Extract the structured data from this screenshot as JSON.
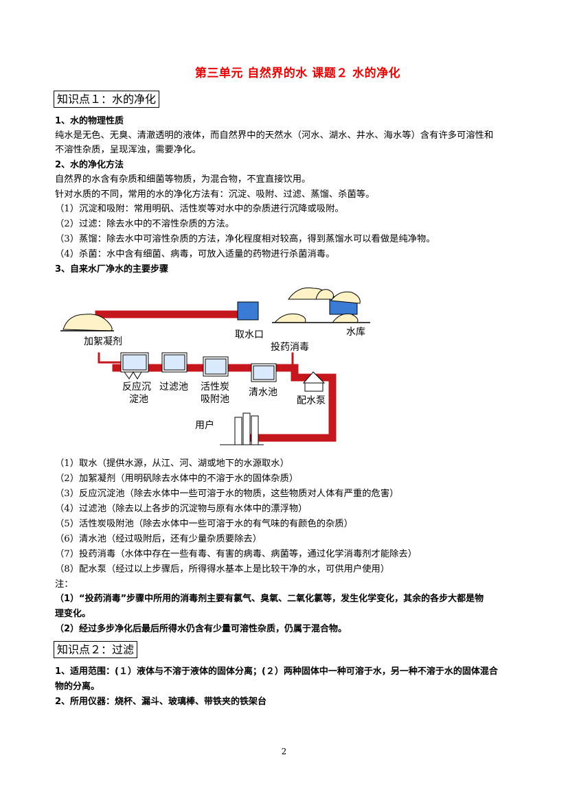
{
  "title": "第三单元 自然界的水 课题２ 水的净化",
  "section1": {
    "heading": "知识点１：水的净化",
    "lines": [
      "1、水的物理性质",
      "纯水是无色、无臭、清澈透明的液体，而自然界中的天然水（河水、湖水、井水、海水等）含有许多可溶性和",
      "不溶性杂质，呈现浑浊，需要净化。",
      "2、水的净化方法",
      "自然界的水含有杂质和细菌等物质，为混合物，不宜直接饮用。",
      "针对水质的不同，常用的水的净化方法有：沉淀、吸附、过滤、蒸馏、杀菌等。",
      "（1）沉淀和吸附：常用明矾、活性炭等对水中的杂质进行沉降或吸附。",
      "（2）过滤：除去水中的不溶性杂质的方法。",
      "（3）蒸馏：除去水中可溶性杂质的方法，净化程度相对较高，得到蒸馏水可以看做是纯净物。",
      "（4）杀菌：水中含有细菌、病毒，可放入适量的药物进行杀菌消毒。",
      "3、自来水厂净水的主要步骤"
    ]
  },
  "diagram": {
    "labels": {
      "intake": "取水口",
      "reservoir": "水库",
      "coagulant": "加絮凝剂",
      "disinfect": "投药消毒",
      "sed1": "反应沉",
      "sed2": "淀池",
      "filter": "过滤池",
      "carbon1": "活性炭",
      "carbon2": "吸附池",
      "clear": "清水池",
      "pump": "配水泵",
      "user": "用户"
    },
    "colors": {
      "pipe": "#c4161c"
    }
  },
  "steps": [
    "（1）取水（提供水源，从江、河、湖或地下的水源取水）",
    "（2）加絮凝剂（用明矾除去水体中的不溶于水的固体杂质）",
    "（3）反应沉淀池（除去水体中一些可溶于水的物质，这些物质对人体有严重的危害）",
    "（4）过滤池（除去以上各步的沉淀物与原有水体中的漂浮物）",
    "（5）活性炭吸附池（除去水体中一些可溶于水的有气味的有颜色的杂质）",
    "（6）清水池（经过吸附后，还有少量杂质要除去）",
    "（7）投药消毒（水体中存在一些有毒、有害的病毒、病菌等，通过化学消毒剂才能除去）",
    "（8）配水泵（经过以上步骤后，所得得水基本上是比较干净的水，可供用户使用）"
  ],
  "notes": [
    "注：",
    "（1）“投药消毒”步骤中所用的消毒剂主要有氯气、臭氧、二氧化氯等，发生化学变化，其余的各步大都是物",
    "理变化。",
    "（2）经过多步净化后最后所得水仍含有少量可溶性杂质，仍属于混合物。"
  ],
  "section2": {
    "heading": "知识点２：过滤",
    "lines": [
      "1、适用范围：(１）液体与不溶于液体的固体分离；(２）两种固体中一种可溶于水，另一种不溶于水的固体混合",
      "物的分离。",
      "2、所用仪器：烧杯、漏斗、玻璃棒、带铁夹的铁架台"
    ]
  },
  "page_number": "2"
}
